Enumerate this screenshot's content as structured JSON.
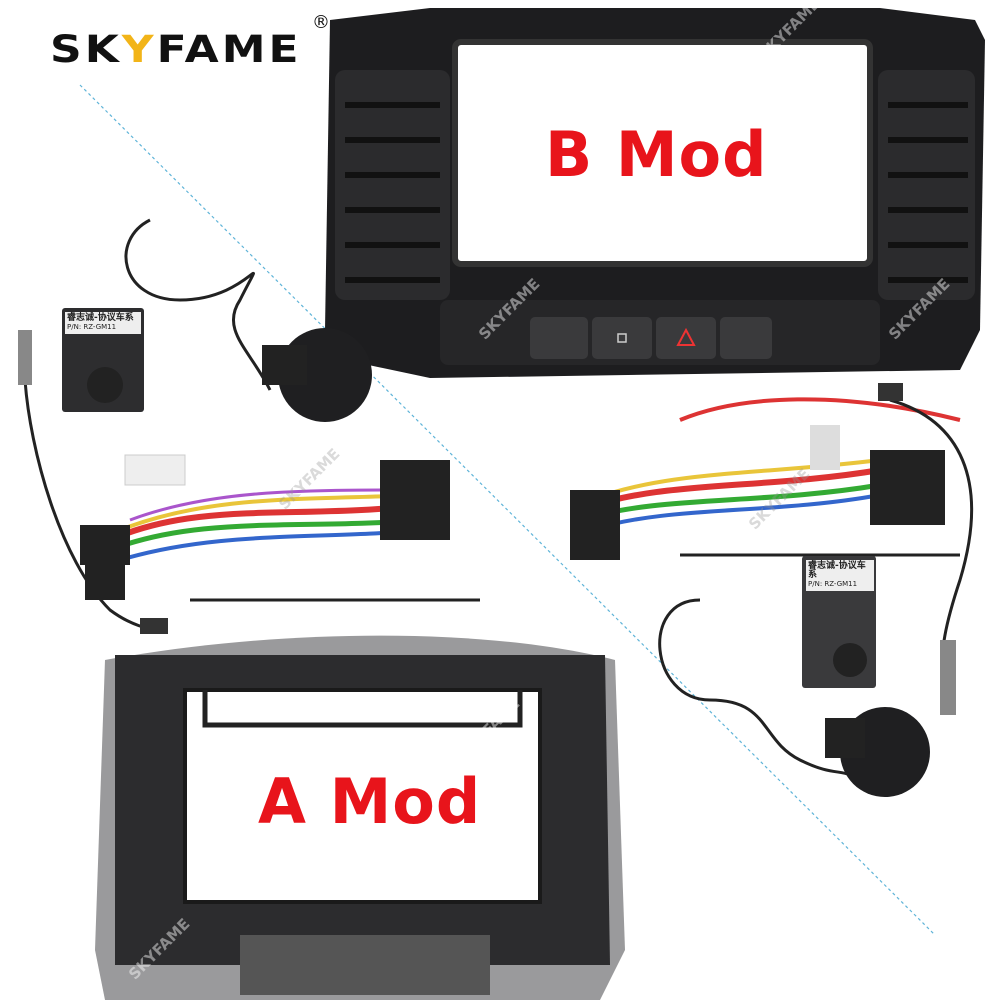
{
  "brand": {
    "name_prefix": "SK",
    "name_accent": "Y",
    "name_suffix": "FAME",
    "registered_mark": "®",
    "accent_color": "#f2b418"
  },
  "labels": {
    "b_mod": "B Mod",
    "a_mod": "A Mod",
    "label_color": "#e8141b"
  },
  "can_box_label": {
    "title": "睿志诚-协议车系",
    "part_number": "P/N: RZ-GM11"
  },
  "watermark": "SKYFAME",
  "divider_color": "#5fb4d8"
}
